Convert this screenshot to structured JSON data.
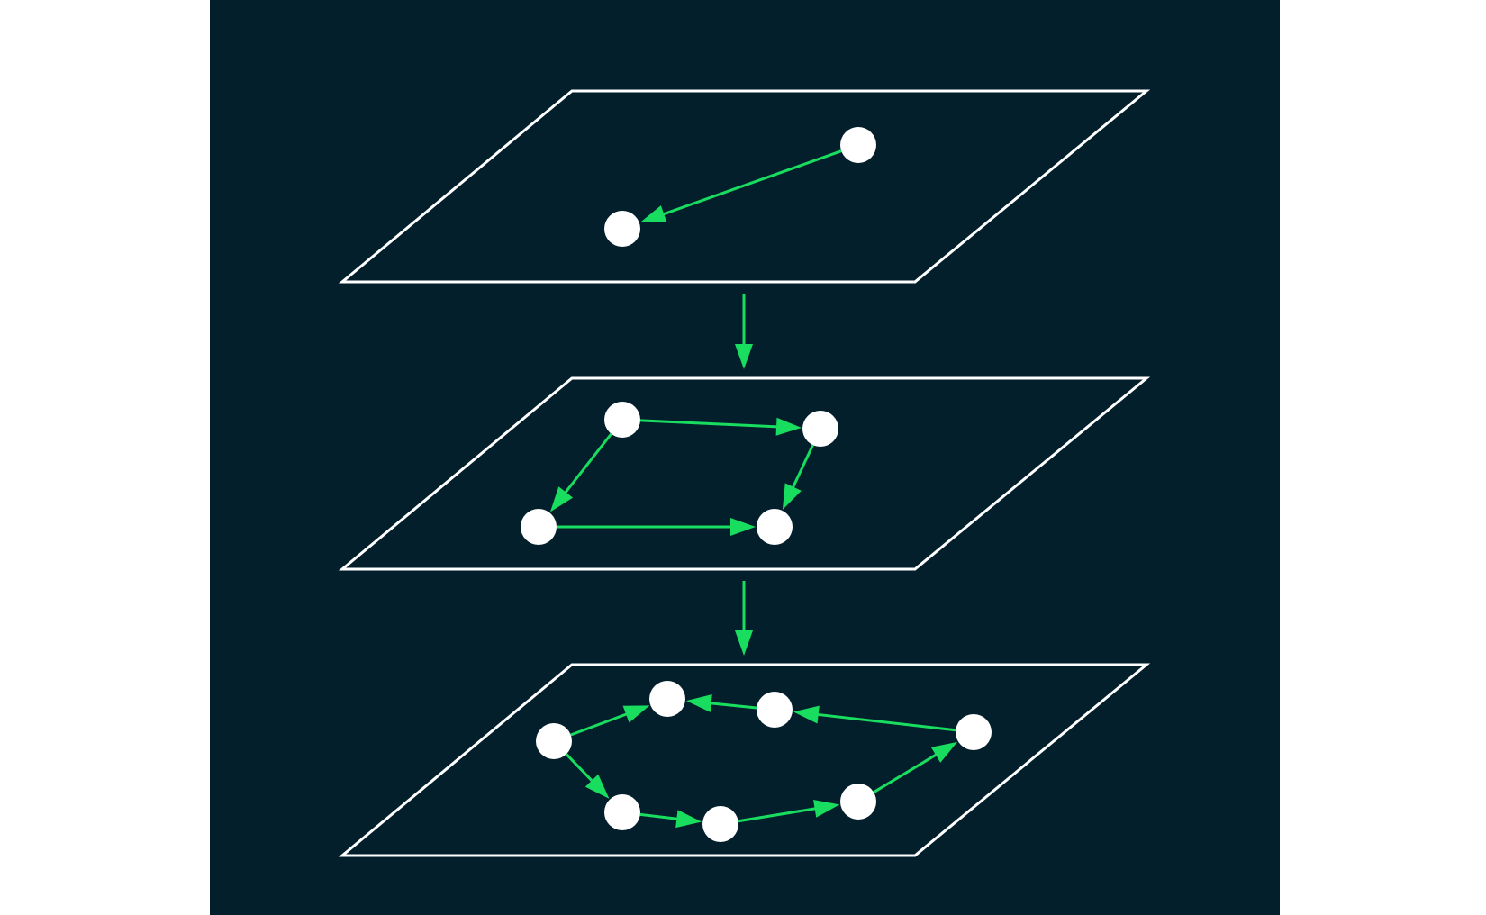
{
  "colors": {
    "background": "#031f2c",
    "outline": "#ffffff",
    "node": "#ffffff",
    "edge": "#18dd5f",
    "page": "#ffffff"
  },
  "diagram": {
    "layers": [
      {
        "id": "layer-1",
        "nodes": [
          "n1a",
          "n1b"
        ],
        "edges": [
          [
            "n1a",
            "n1b"
          ]
        ]
      },
      {
        "id": "layer-2",
        "nodes": [
          "n2a",
          "n2b",
          "n2c",
          "n2d"
        ],
        "edges": [
          [
            "n2a",
            "n2b"
          ],
          [
            "n2a",
            "n2c"
          ],
          [
            "n2b",
            "n2d"
          ],
          [
            "n2c",
            "n2d"
          ]
        ]
      },
      {
        "id": "layer-3",
        "nodes": [
          "n3a",
          "n3b",
          "n3c",
          "n3d",
          "n3e",
          "n3f",
          "n3g",
          "n3h"
        ],
        "edges": [
          [
            "n3a",
            "n3b"
          ],
          [
            "n3c",
            "n3b"
          ],
          [
            "n3d",
            "n3c"
          ],
          [
            "n3a",
            "n3e"
          ],
          [
            "n3e",
            "n3f"
          ],
          [
            "n3f",
            "n3g"
          ],
          [
            "n3g",
            "n3d"
          ]
        ]
      }
    ],
    "layer_links": [
      [
        "layer-1",
        "layer-2"
      ],
      [
        "layer-2",
        "layer-3"
      ]
    ]
  }
}
